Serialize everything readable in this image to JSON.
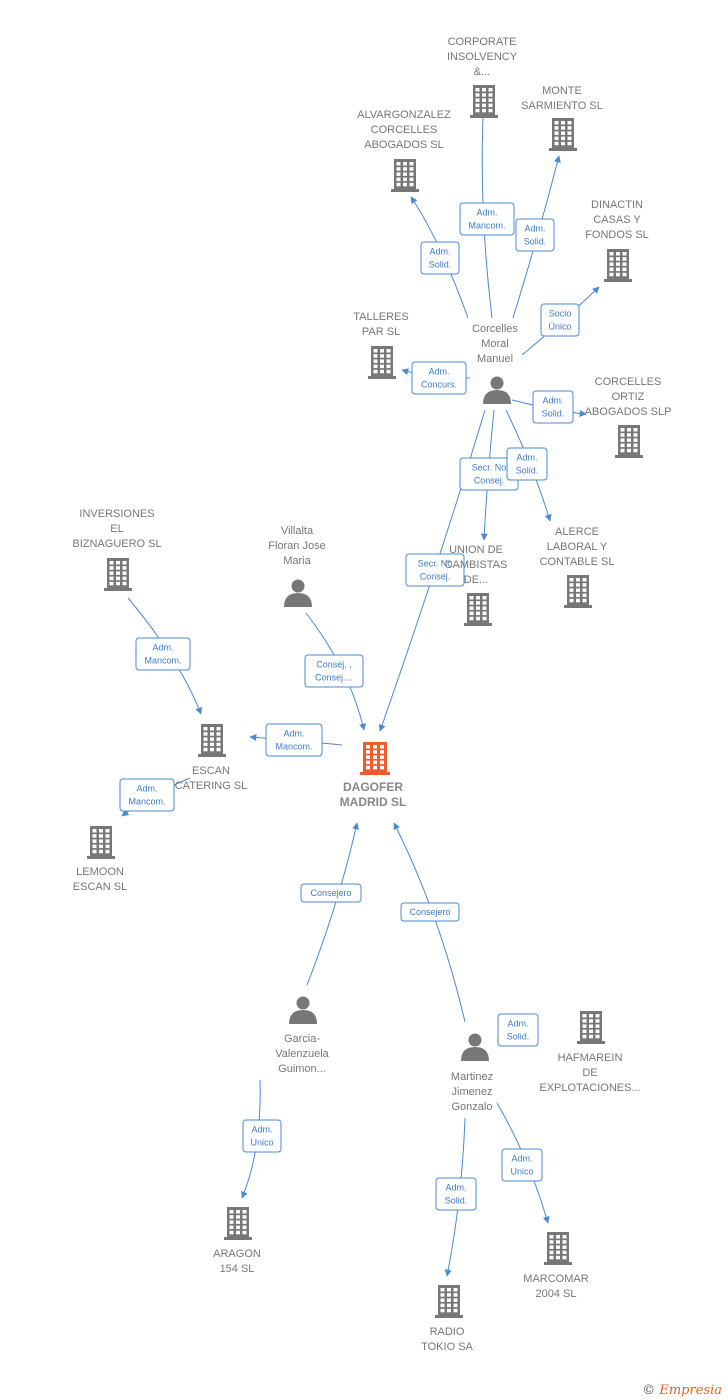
{
  "colors": {
    "edge": "#4a8ad4",
    "company": "#777777",
    "center_company": "#f15a2b",
    "person": "#777777"
  },
  "center": {
    "id": "dagofer",
    "lines": [
      "DAGOFER",
      "MADRID SL"
    ]
  },
  "nodes": [
    {
      "id": "dagofer",
      "type": "company",
      "center": true,
      "lines": [
        "DAGOFER",
        "MADRID SL"
      ]
    },
    {
      "id": "corporate",
      "type": "company",
      "lines": [
        "CORPORATE",
        "INSOLVENCY",
        "&..."
      ]
    },
    {
      "id": "monte",
      "type": "company",
      "lines": [
        "MONTE",
        "SARMIENTO SL"
      ]
    },
    {
      "id": "alvargonzalez",
      "type": "company",
      "lines": [
        "ALVARGONZALEZ",
        "CORCELLES",
        "ABOGADOS SL"
      ]
    },
    {
      "id": "dinactin",
      "type": "company",
      "lines": [
        "DINACTIN",
        "CASAS Y",
        "FONDOS SL"
      ]
    },
    {
      "id": "talleres",
      "type": "company",
      "lines": [
        "TALLERES",
        "PAR SL"
      ]
    },
    {
      "id": "corcelles_person",
      "type": "person",
      "lines": [
        "Corcelles",
        "Moral",
        "Manuel"
      ]
    },
    {
      "id": "corcelles_ortiz",
      "type": "company",
      "lines": [
        "CORCELLES",
        "ORTIZ",
        "ABOGADOS  SLP"
      ]
    },
    {
      "id": "union",
      "type": "company",
      "lines": [
        "UNION DE",
        "CAMBISTAS",
        "DE..."
      ]
    },
    {
      "id": "alerce",
      "type": "company",
      "lines": [
        "ALERCE",
        "LABORAL Y",
        "CONTABLE  SL"
      ]
    },
    {
      "id": "inversiones",
      "type": "company",
      "lines": [
        "INVERSIONES",
        "EL",
        "BIZNAGUERO SL"
      ]
    },
    {
      "id": "villalta",
      "type": "person",
      "lines": [
        "Villalta",
        "Floran Jose",
        "Maria"
      ]
    },
    {
      "id": "escan",
      "type": "company",
      "lines": [
        "ESCAN",
        "CATERING SL"
      ]
    },
    {
      "id": "lemoon",
      "type": "company",
      "lines": [
        "LEMOON",
        "ESCAN SL"
      ]
    },
    {
      "id": "garcia",
      "type": "person",
      "lines": [
        "Garcia-",
        "Valenzuela",
        "Guimon..."
      ]
    },
    {
      "id": "martinez",
      "type": "person",
      "lines": [
        "Martinez",
        "Jimenez",
        "Gonzalo"
      ]
    },
    {
      "id": "hafmarein",
      "type": "company",
      "lines": [
        "HAFMAREIN",
        "DE",
        "EXPLOTACIONES..."
      ]
    },
    {
      "id": "aragon",
      "type": "company",
      "lines": [
        "ARAGON",
        "154 SL"
      ]
    },
    {
      "id": "radio",
      "type": "company",
      "lines": [
        "RADIO",
        "TOKIO SA"
      ]
    },
    {
      "id": "marcomar",
      "type": "company",
      "lines": [
        "MARCOMAR",
        "2004 SL"
      ]
    }
  ],
  "edges": [
    {
      "from": "corcelles_person",
      "to": "corporate",
      "label": [
        "Adm.",
        "Mancom."
      ]
    },
    {
      "from": "corcelles_person",
      "to": "monte",
      "label": [
        "Adm.",
        "Solid."
      ]
    },
    {
      "from": "corcelles_person",
      "to": "alvargonzalez",
      "label": [
        "Adm.",
        "Solid."
      ]
    },
    {
      "from": "corcelles_person",
      "to": "dinactin",
      "label": [
        "Socio",
        "Único"
      ]
    },
    {
      "from": "corcelles_person",
      "to": "talleres",
      "label": [
        "Adm.",
        "Concurs."
      ]
    },
    {
      "from": "corcelles_person",
      "to": "corcelles_ortiz",
      "label": [
        "Adm.",
        "Solid."
      ]
    },
    {
      "from": "corcelles_person",
      "to": "union",
      "label": [
        "Secr.  No",
        "Consej."
      ]
    },
    {
      "from": "corcelles_person",
      "to": "alerce",
      "label": [
        "Adm.",
        "Solid."
      ]
    },
    {
      "from": "corcelles_person",
      "to": "dagofer",
      "label": [
        "Secr.  No",
        "Consej."
      ]
    },
    {
      "from": "villalta",
      "to": "dagofer",
      "label": [
        "Consej. ,",
        "Consej...."
      ]
    },
    {
      "from": "inversiones",
      "to": "escan",
      "label": [
        "Adm.",
        "Mancom."
      ]
    },
    {
      "from": "dagofer",
      "to": "escan",
      "label": [
        "Adm.",
        "Mancom."
      ]
    },
    {
      "from": "escan",
      "to": "lemoon",
      "label": [
        "Adm.",
        "Mancom."
      ]
    },
    {
      "from": "garcia",
      "to": "dagofer",
      "label": [
        "Consejero"
      ]
    },
    {
      "from": "martinez",
      "to": "dagofer",
      "label": [
        "Consejero"
      ]
    },
    {
      "from": "martinez",
      "to": "hafmarein",
      "label": [
        "Adm.",
        "Solid."
      ]
    },
    {
      "from": "garcia",
      "to": "aragon",
      "label": [
        "Adm.",
        "Unico"
      ]
    },
    {
      "from": "martinez",
      "to": "radio",
      "label": [
        "Adm.",
        "Solid."
      ]
    },
    {
      "from": "martinez",
      "to": "marcomar",
      "label": [
        "Adm.",
        "Unico"
      ]
    }
  ],
  "footer": {
    "copyright": "©",
    "brand": "Empresia"
  }
}
